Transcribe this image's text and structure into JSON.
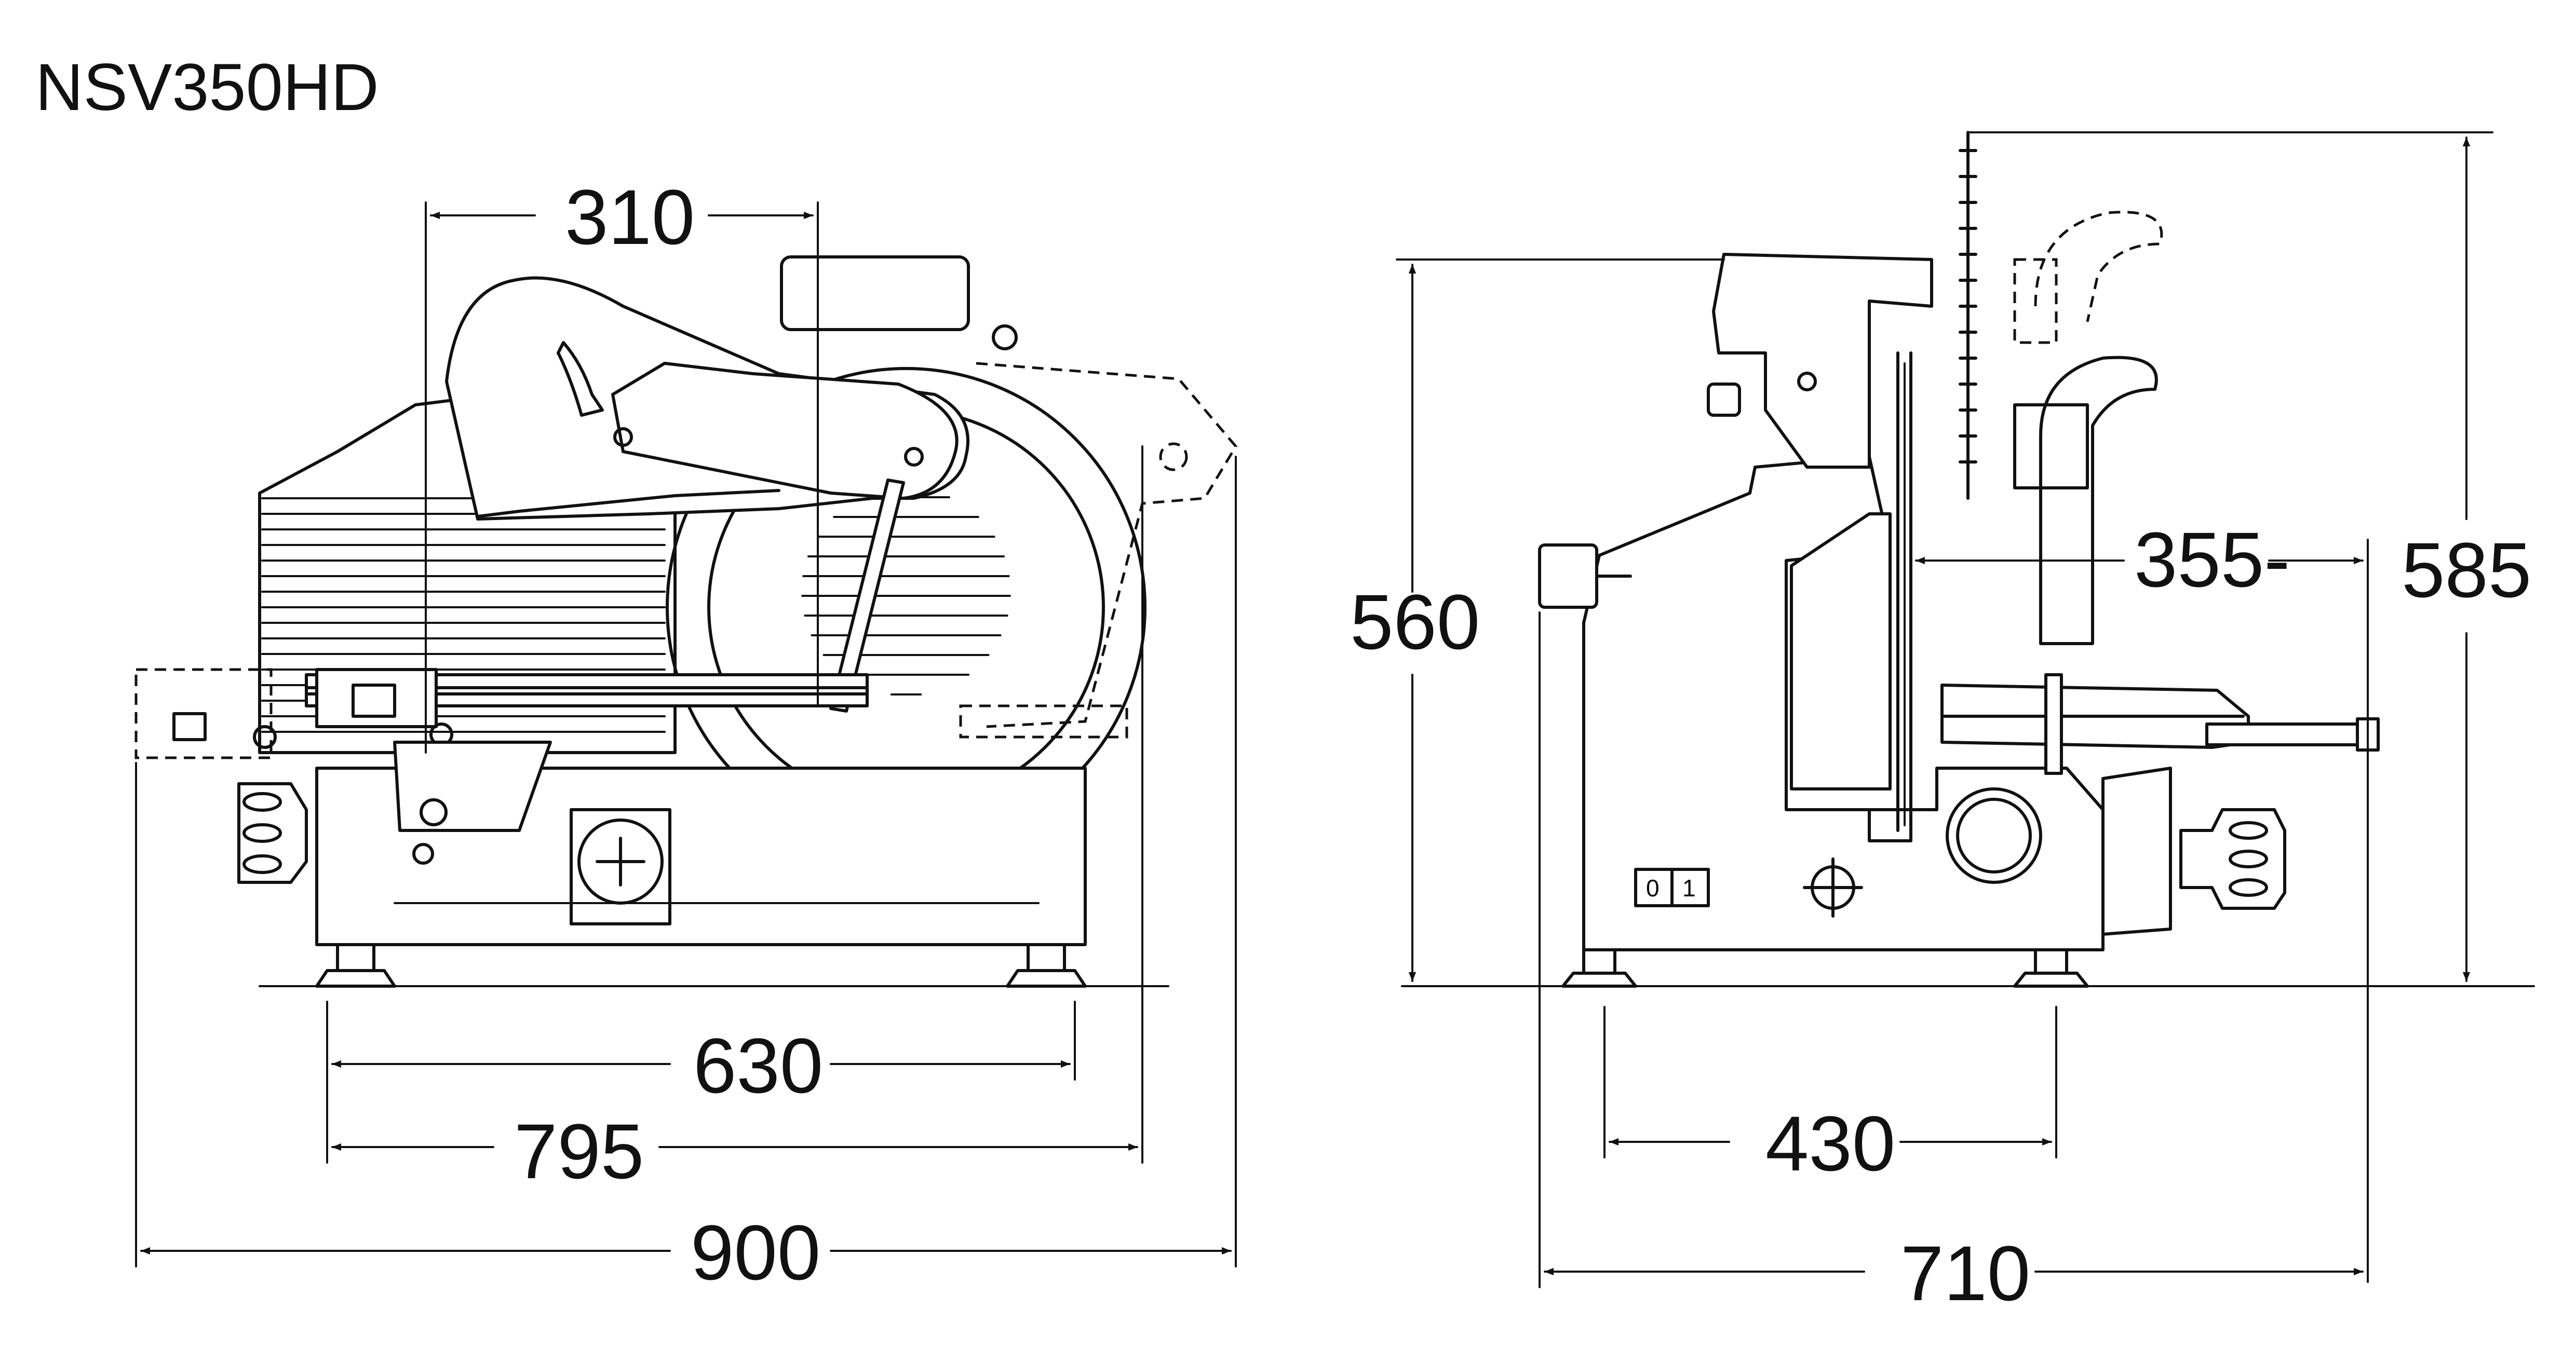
{
  "title": "NSV350HD",
  "front_view": {
    "dimensions": {
      "top_width": "310",
      "base_inner": "630",
      "base_outer": "795",
      "total_width": "900"
    }
  },
  "side_view": {
    "dimensions": {
      "height_body": "560",
      "height_total": "585",
      "carriage_stroke": "355-",
      "foot_spacing": "430",
      "total_depth": "710"
    },
    "switch_labels": [
      "0",
      "1"
    ]
  },
  "colors": {
    "line": "#111111",
    "background": "#ffffff"
  }
}
